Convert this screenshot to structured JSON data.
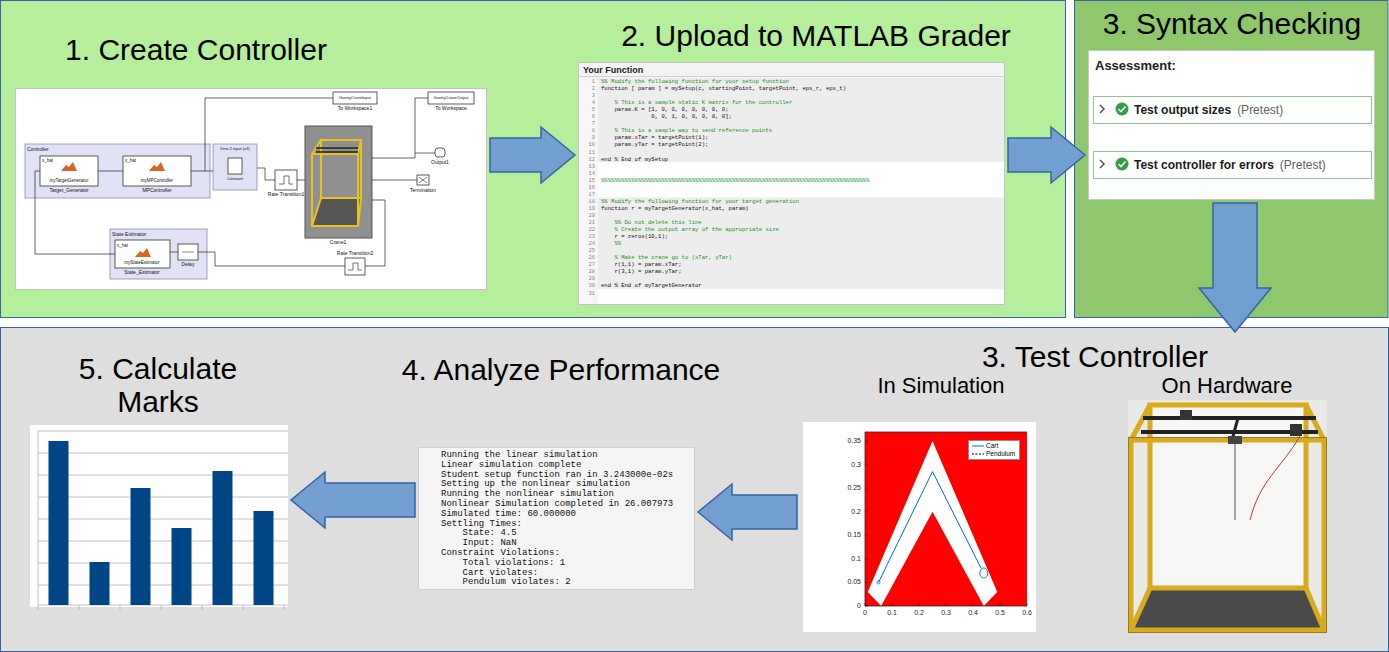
{
  "diagram": {
    "nodes": [
      {
        "text": [
          "1. Create Controller"
        ]
      },
      {
        "text": [
          "2. Upload to MATLAB Grader",
          "Your Function"
        ]
      },
      {
        "text": [
          "3. Syntax Checking",
          "Assessment:"
        ]
      },
      {
        "text": [
          "Test output sizes",
          "(Pretest)"
        ],
        "in": 2
      },
      {
        "text": [
          "Test controller for errors",
          "(Pretest)"
        ],
        "in": 2
      },
      {
        "text": [
          "5. Calculate Marks"
        ]
      },
      {
        "text": [
          "4. Analyze Performance",
          "Running the linear simulation",
          "Linear simulation complete",
          "Student setup function ran in 3.243000e-02s",
          "Setting up the nonlinear simulation",
          "Running the nonlinear simulation",
          "Nonlinear Simulation completed in 26.007973",
          "Simulated time: 60.000000",
          "Settling Times:",
          "State: 4.5",
          "Input: NaN",
          "Constraint Violations:",
          "Total violations: 1",
          "Cart violates:",
          "Pendulum violates: 2"
        ]
      },
      {
        "text": [
          "3. Test Controller"
        ]
      }
    ],
    "edges": [
      {
        "from": 0,
        "to": 1,
        "arrow": "to"
      },
      {
        "from": 1,
        "to": 2,
        "arrow": "to"
      },
      {
        "from": 2,
        "to": 7,
        "arrow": "to"
      },
      {
        "from": 7,
        "to": 6,
        "arrow": "to"
      },
      {
        "from": 6,
        "to": 5,
        "arrow": "to"
      }
    ],
    "labels": [
      "Controller",
      "x_hat",
      "myTargetGenerator",
      "Target_Generator",
      "x_hat",
      "myMPController",
      "MPController",
      "Zero Z input (u3)",
      "Constant",
      "Rate Transition1",
      "GantryCraneInput",
      "To Workspace1",
      "GantryCraneOutput",
      "To Workspace",
      "Output1",
      "Termination",
      "Crane1",
      "State Estimator",
      "x_hat",
      "myStateEstimator",
      "State_Estimator",
      "Delay",
      "Rate Transition2",
      "1",
      "%% Modify the following function for your setup function",
      "2",
      "function [ param ] = mySetup(c, startingPoint, targetPoint, eps_r, eps_t)",
      "3",
      "4",
      "% This is a sample static K matrix for the controller",
      "5",
      "param.K = [1, 0, 0, 0, 0, 0, 0, 0;",
      "6",
      "0, 0, 1, 0, 0, 0, 0, 0];",
      "7",
      "8",
      "% This is a sample way to send reference points",
      "9",
      "param.xTar = targetPoint(1);",
      "10",
      "param.yTar = targetPoint(2);",
      "11",
      "12",
      "end % End of mySetup",
      "13",
      "14",
      "15",
      "%%%%%%%%%%%%%%%%%%%%%%%%%%%%%%%%%%%%%%%%%%%%%%%%%%%%%%%%%%%%%%%%%%%%%%%%%%%%%%%%",
      "16",
      "17",
      "18",
      "%% Modify the following function for your target generation",
      "19",
      "function r = myTargetGenerator(x_hat, param)",
      "20",
      "21",
      "%% Do not delete this line",
      "22",
      "% Create the output array of the appropriate size",
      "23",
      "r = zeros(10,1);",
      "24",
      "%%",
      "25",
      "26",
      "% Make the crane go to (xTar, yTar)",
      "27",
      "r(1,1) = param.xTar;",
      "28",
      "r(3,1) = param.yTar;",
      "29",
      "30",
      "end % End of myTargetGenerator",
      "31",
      "In Simulation",
      "0",
      "0.1",
      "0.2",
      "0.3",
      "0.4",
      "0.5",
      "0.6",
      "0",
      "0.05",
      "0.1",
      "0.15",
      "0.2",
      "0.25",
      "0.3",
      "0.35",
      "On Hardware"
    ],
    "legend": [
      {
        "text": "Cart"
      },
      {
        "text": "Pendulum"
      }
    ]
  }
}
